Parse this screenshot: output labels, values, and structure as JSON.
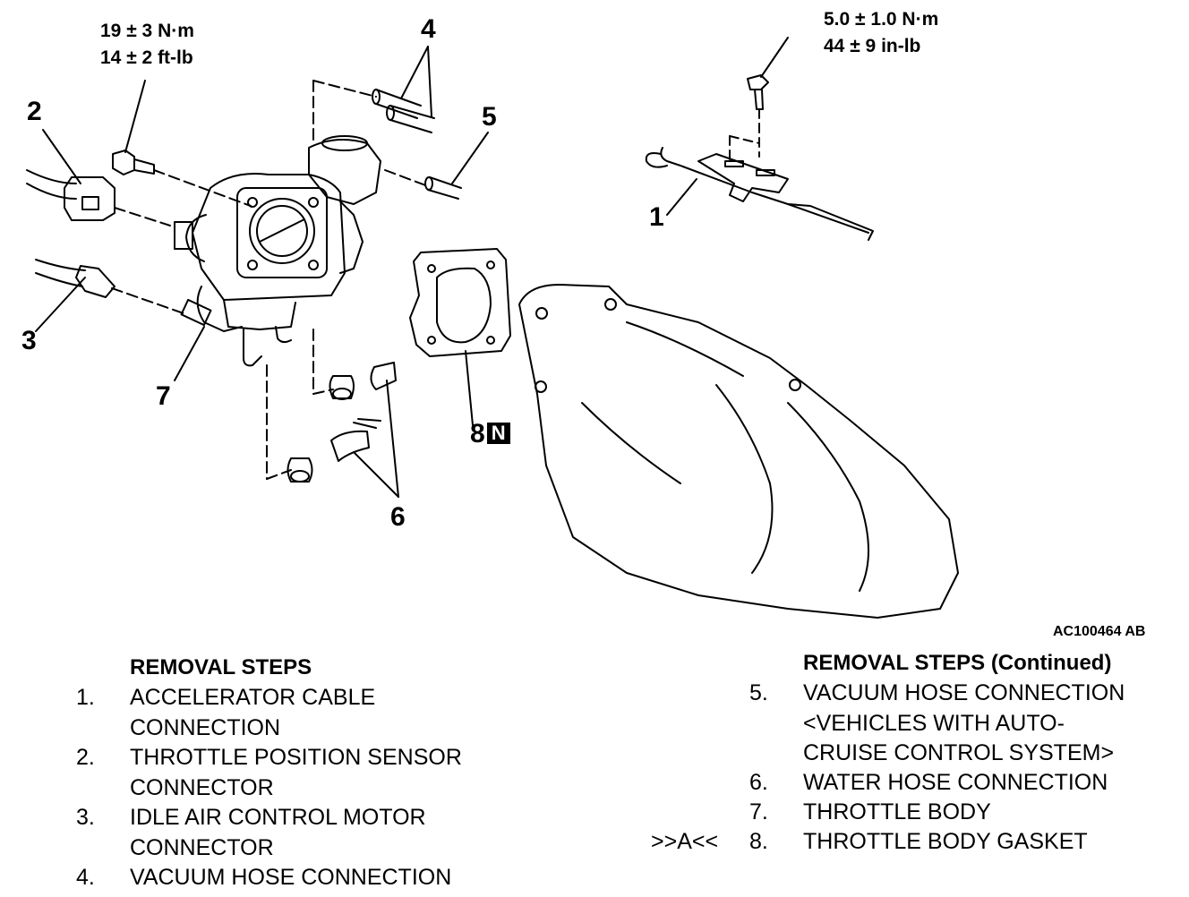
{
  "callouts": {
    "c1": "1",
    "c2": "2",
    "c3": "3",
    "c4": "4",
    "c5": "5",
    "c6": "6",
    "c7": "7",
    "c8": "8",
    "new_part_badge": "N"
  },
  "torque": {
    "throttle_bolt": {
      "nm": "19 ± 3 N·m",
      "ftlb": "14 ± 2 ft-lb"
    },
    "bracket_bolt": {
      "nm": "5.0 ± 1.0 N·m",
      "inlb": "44 ± 9 in-lb"
    }
  },
  "figure_id": "AC100464 AB",
  "removal_left": {
    "heading": "REMOVAL STEPS",
    "steps": [
      {
        "num": "1.",
        "text": "ACCELERATOR CABLE\nCONNECTION"
      },
      {
        "num": "2.",
        "text": "THROTTLE POSITION SENSOR\nCONNECTOR"
      },
      {
        "num": "3.",
        "text": "IDLE AIR CONTROL MOTOR\nCONNECTOR"
      },
      {
        "num": "4.",
        "text": "VACUUM HOSE CONNECTION"
      }
    ]
  },
  "removal_right": {
    "heading": "REMOVAL STEPS (Continued)",
    "steps": [
      {
        "num": "5.",
        "text": "VACUUM HOSE CONNECTION\n<VEHICLES WITH AUTO-\nCRUISE CONTROL SYSTEM>"
      },
      {
        "num": "6.",
        "text": "WATER HOSE CONNECTION"
      },
      {
        "num": "7.",
        "text": "THROTTLE BODY"
      },
      {
        "num": "8.",
        "text": "THROTTLE BODY GASKET",
        "mark": ">>A<<"
      }
    ]
  }
}
